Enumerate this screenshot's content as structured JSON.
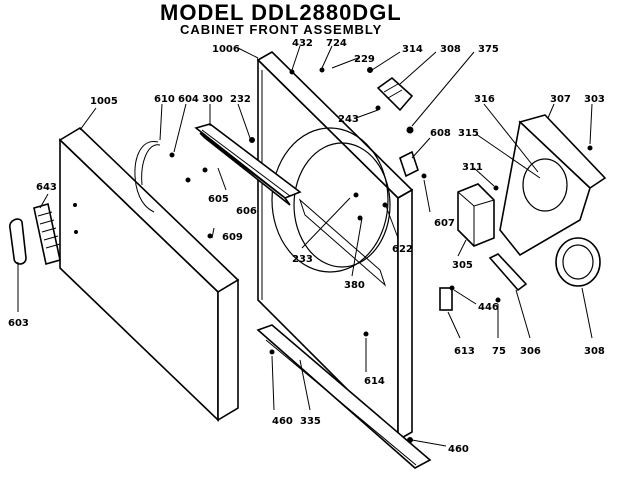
{
  "header": {
    "title": "MODEL DDL2880DGL",
    "subtitle": "CABINET FRONT ASSEMBLY"
  },
  "callouts": [
    "1005",
    "643",
    "603",
    "610",
    "604",
    "300",
    "232",
    "605",
    "606",
    "609",
    "1006",
    "432",
    "724",
    "229",
    "314",
    "308",
    "375",
    "243",
    "608",
    "233",
    "622",
    "607",
    "380",
    "614",
    "460",
    "335",
    "460",
    "316",
    "307",
    "303",
    "315",
    "311",
    "305",
    "446",
    "613",
    "75",
    "306",
    "308"
  ]
}
